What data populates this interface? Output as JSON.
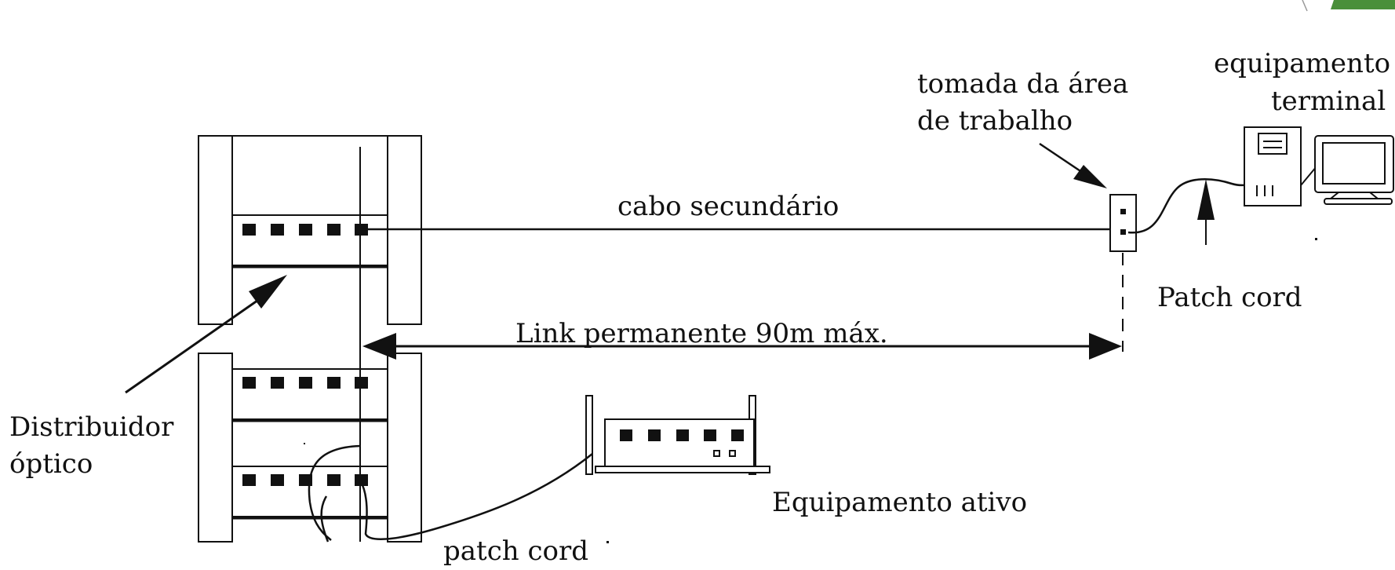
{
  "diagram": {
    "labels": {
      "cabo_secundario": "cabo secundário",
      "link_permanente": "Link permanente 90m máx.",
      "tomada_line1": "tomada da área",
      "tomada_line2": "de trabalho",
      "equip_terminal_line1": "equipamento",
      "equip_terminal_line2": "terminal",
      "patch_cord_upper": "Patch cord",
      "distribuidor_line1": "Distribuidor",
      "distribuidor_line2": "óptico",
      "equipamento_ativo": "Equipamento ativo",
      "patch_cord_lower": "patch cord"
    },
    "icons": [
      "rack-frame",
      "patch-panel",
      "wall-outlet",
      "computer-tower",
      "monitor",
      "active-equipment-switch"
    ],
    "colors": {
      "ink": "#111111",
      "background": "#ffffff",
      "corner_accent": "#4a8f3a"
    }
  }
}
